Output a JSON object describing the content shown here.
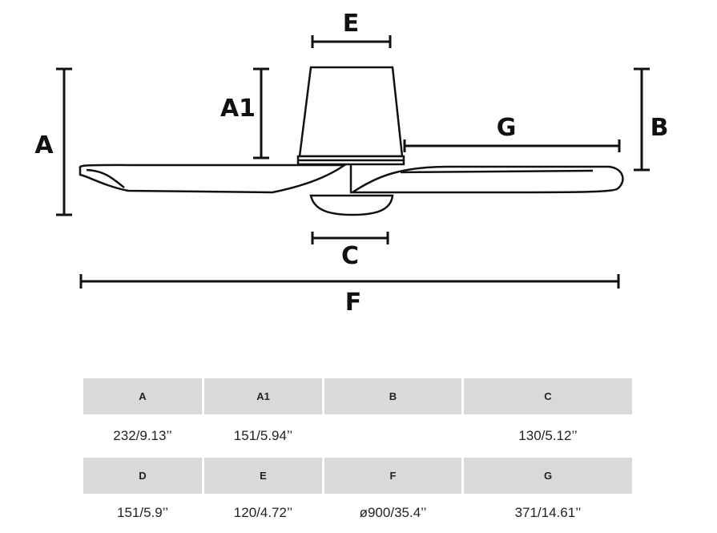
{
  "diagram": {
    "labels": {
      "A": "A",
      "A1": "A1",
      "B": "B",
      "C": "C",
      "E": "E",
      "F": "F",
      "G": "G"
    }
  },
  "table": {
    "rows": [
      {
        "headers": [
          "A",
          "A1",
          "B",
          "C"
        ],
        "values": [
          "232/9.13’’",
          "151/5.94’’",
          "",
          "130/5.12’’"
        ]
      },
      {
        "headers": [
          "D",
          "E",
          "F",
          "G"
        ],
        "values": [
          "151/5.9’’",
          "120/4.72’’",
          "ø900/35.4’’",
          "371/14.61’’"
        ]
      }
    ]
  }
}
